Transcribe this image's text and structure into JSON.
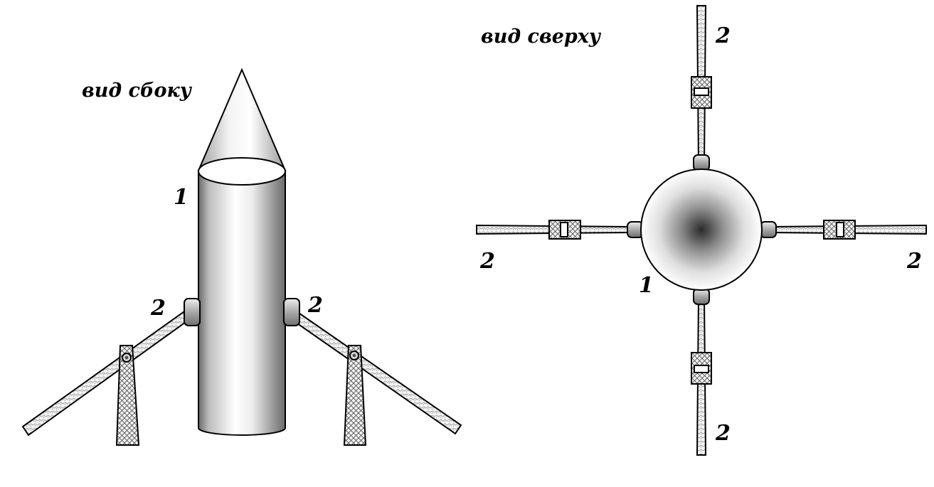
{
  "side_view": {
    "title": "вид сбоку",
    "labels": {
      "body": "1",
      "left_leg": "2",
      "right_leg": "2"
    }
  },
  "top_view": {
    "title": "вид сверху",
    "labels": {
      "body": "1",
      "top_leg": "2",
      "left_leg": "2",
      "right_leg": "2",
      "bottom_leg": "2"
    }
  },
  "colors": {
    "stroke": "#000000",
    "background": "#ffffff",
    "leg_fill": "#f0f0f0",
    "mount_fill": "#bdbdbd"
  }
}
